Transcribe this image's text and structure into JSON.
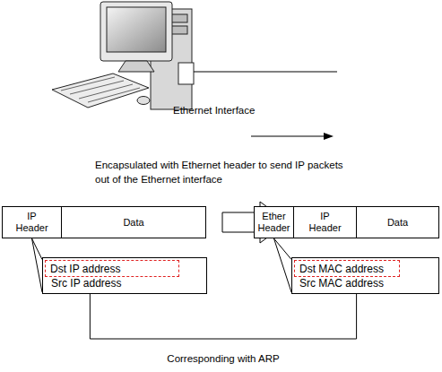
{
  "diagram": {
    "nodes": [
      {
        "text": [
          "IP Header"
        ]
      },
      {
        "text": [
          "Data"
        ]
      },
      {
        "text": [
          "Src IP address"
        ]
      },
      {
        "text": [
          "Dst IP address"
        ],
        "in": 2
      },
      {
        "text": [
          "Ether Header"
        ]
      },
      {
        "text": [
          "IP Header"
        ]
      },
      {
        "text": [
          "Data"
        ]
      },
      {
        "text": [
          "Src MAC address"
        ]
      },
      {
        "text": [
          "Dst MAC address"
        ],
        "in": 7
      }
    ],
    "edges": [
      {
        "from": 0,
        "to": 2,
        "arrow": "none"
      },
      {
        "from": 0,
        "to": 2,
        "arrow": "none"
      },
      {
        "from": 4,
        "to": 7,
        "arrow": "none"
      },
      {
        "from": 4,
        "to": 7,
        "arrow": "none"
      },
      {
        "from": 2,
        "to": 7,
        "label": "Corresponding with ARP",
        "arrow": "none"
      }
    ],
    "labels": [
      "Ethernet Interface",
      "Encapsulated with Ethernet header to send IP packets out of the Ethernet interface"
    ]
  }
}
